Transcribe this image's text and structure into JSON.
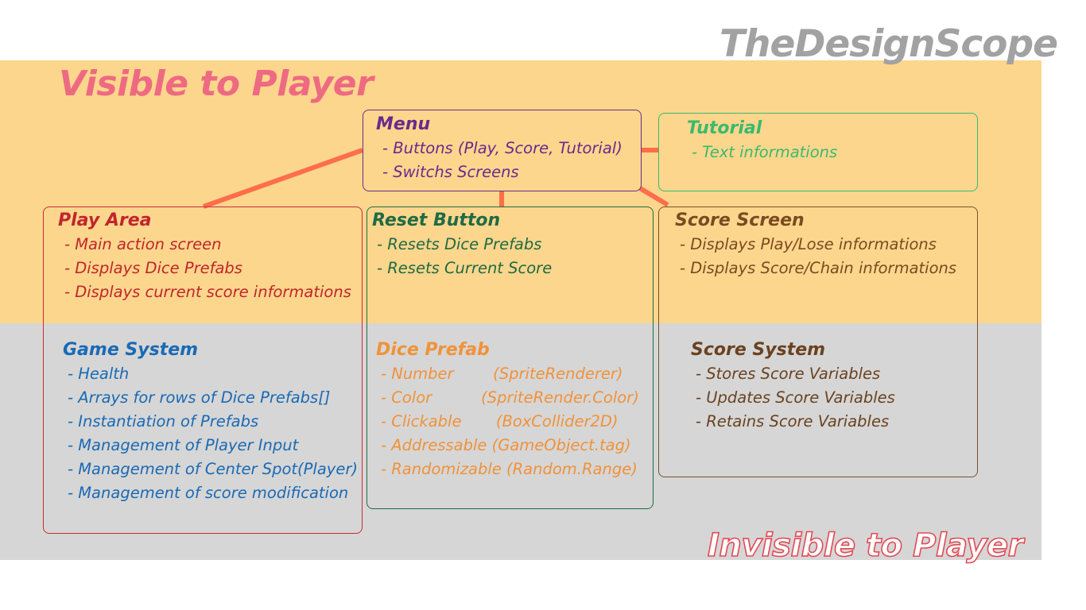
{
  "watermark": "TheDesignScope",
  "zones": {
    "visible_label": "Visible to Player",
    "invisible_label": "Invisible to Player"
  },
  "colors": {
    "visible_band": "#fcd68c",
    "invisible_band": "#d6d6d6",
    "connector": "#ff6e4a"
  },
  "nodes": {
    "menu": {
      "title": "Menu",
      "items": [
        "- Buttons (Play, Score, Tutorial)",
        "- Switchs Screens"
      ]
    },
    "tutorial": {
      "title": "Tutorial",
      "items": [
        "- Text informations"
      ]
    },
    "play_area": {
      "title": "Play Area",
      "items": [
        "- Main action screen",
        "- Displays Dice Prefabs",
        "- Displays current score informations"
      ]
    },
    "reset_button": {
      "title": "Reset Button",
      "items": [
        "- Resets Dice Prefabs",
        "- Resets Current Score"
      ]
    },
    "score_screen": {
      "title": "Score Screen",
      "items": [
        "- Displays Play/Lose informations",
        "- Displays Score/Chain informations"
      ]
    },
    "game_system": {
      "title": "Game System",
      "items": [
        "- Health",
        "- Arrays for rows of Dice Prefabs[]",
        "- Instantiation of Prefabs",
        "- Management of Player Input",
        "- Management of Center Spot(Player)",
        "- Management of score modification"
      ]
    },
    "dice_prefab": {
      "title": "Dice Prefab",
      "items": [
        "- Number        (SpriteRenderer)",
        "- Color          (SpriteRender.Color)",
        "- Clickable       (BoxCollider2D)",
        "- Addressable (GameObject.tag)",
        "- Randomizable (Random.Range)"
      ]
    },
    "score_system": {
      "title": "Score System",
      "items": [
        "- Stores Score Variables",
        "- Updates Score Variables",
        "- Retains Score Variables"
      ]
    }
  }
}
